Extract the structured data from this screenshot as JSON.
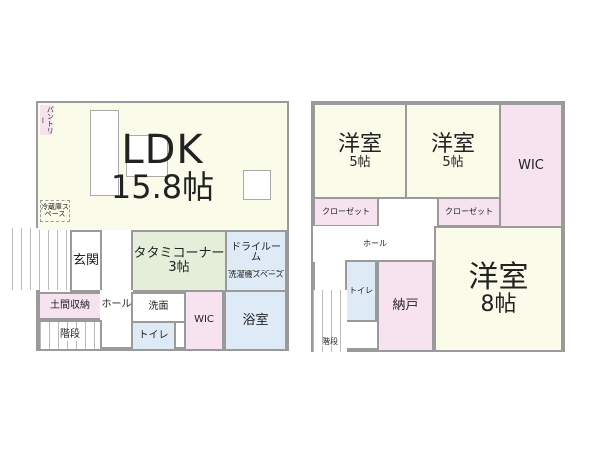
{
  "first_floor": {
    "ldk": {
      "name": "LDK",
      "size": "15.8帖"
    },
    "pantry": "パントリー",
    "fridge": "冷蔵庫スペース",
    "entrance": "玄関",
    "tatami": {
      "name": "タタミコーナー",
      "size": "3帖"
    },
    "dry_room": "ドライルーム",
    "washer": "洗濯機スペース",
    "storage": "土間収納",
    "hall": "ホール",
    "washroom": "洗面",
    "toilet": "トイレ",
    "wic": "WIC",
    "bath": "浴室",
    "stairs": "階段"
  },
  "second_floor": {
    "room1": {
      "name": "洋室",
      "size": "5帖",
      "closet": "クローゼット"
    },
    "room2": {
      "name": "洋室",
      "size": "5帖",
      "closet": "クローゼット"
    },
    "wic": "WIC",
    "hall": "ホール",
    "toilet": "トイレ",
    "storage": "納戸",
    "room3": {
      "name": "洋室",
      "size": "8帖"
    },
    "stairs": "階段"
  },
  "colors": {
    "wall": "#9a9a9a",
    "living": "#fbfbea",
    "storage": "#f6e3ef",
    "tatami": "#e4eed8",
    "water": "#deebf6"
  }
}
